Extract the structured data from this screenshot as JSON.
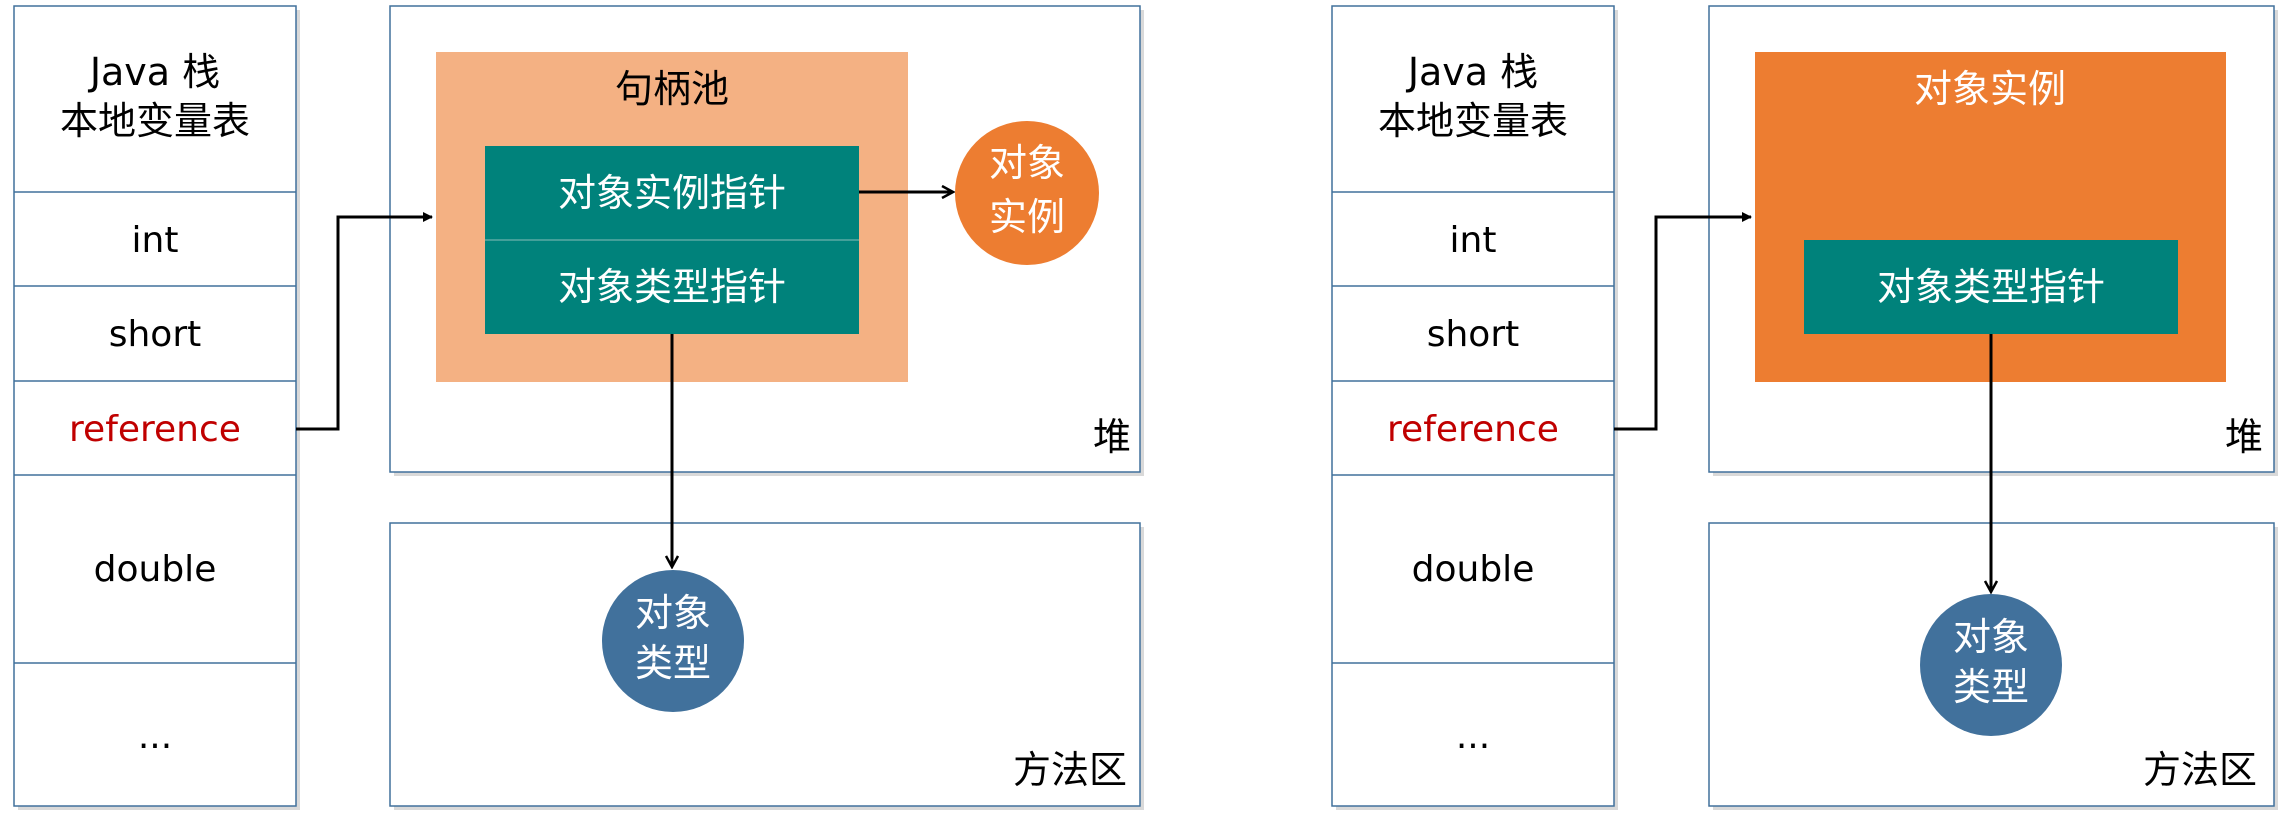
{
  "colors": {
    "stack_border": "#41719c",
    "handle_pool_bg": "#f4b183",
    "instance_bg": "#ed7d31",
    "pointer_bg": "#00827b",
    "type_circle": "#41719c",
    "reference_text": "#c00000",
    "white_text": "#ffffff",
    "black_text": "#000000"
  },
  "left_panel": {
    "stack": {
      "title_line1": "Java 栈",
      "title_line2": "本地变量表",
      "rows": [
        "int",
        "short",
        "reference",
        "double",
        "..."
      ]
    },
    "heap": {
      "label": "堆",
      "handle_pool": {
        "title": "句柄池",
        "instance_pointer": "对象实例指针",
        "type_pointer": "对象类型指针"
      },
      "instance_circle": {
        "line1": "对象",
        "line2": "实例"
      }
    },
    "method_area": {
      "label": "方法区",
      "type_circle": {
        "line1": "对象",
        "line2": "类型"
      }
    }
  },
  "right_panel": {
    "stack": {
      "title_line1": "Java 栈",
      "title_line2": "本地变量表",
      "rows": [
        "int",
        "short",
        "reference",
        "double",
        "..."
      ]
    },
    "heap": {
      "label": "堆",
      "instance": {
        "title": "对象实例",
        "type_pointer": "对象类型指针"
      }
    },
    "method_area": {
      "label": "方法区",
      "type_circle": {
        "line1": "对象",
        "line2": "类型"
      }
    }
  }
}
